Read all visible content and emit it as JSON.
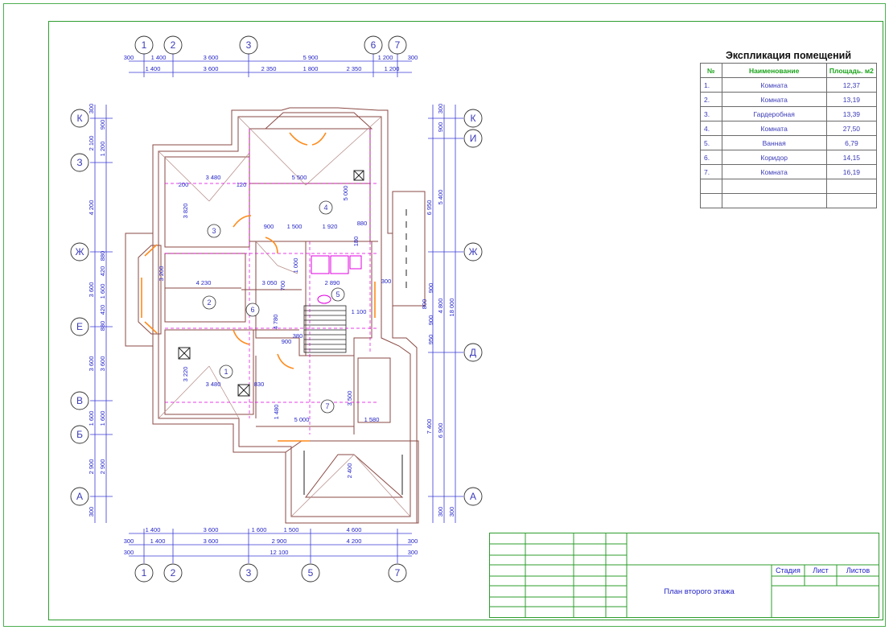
{
  "explication": {
    "title": "Экспликация помещений",
    "headers": [
      "№",
      "Наименование",
      "Площадь. м2"
    ],
    "rows": [
      {
        "n": "1.",
        "name": "Комната",
        "area": "12,37"
      },
      {
        "n": "2.",
        "name": "Комната",
        "area": "13,19"
      },
      {
        "n": "3.",
        "name": "Гардеробная",
        "area": "13,39"
      },
      {
        "n": "4.",
        "name": "Комната",
        "area": "27,50"
      },
      {
        "n": "5.",
        "name": "Ванная",
        "area": "6,79"
      },
      {
        "n": "6.",
        "name": "Коридор",
        "area": "14,15"
      },
      {
        "n": "7.",
        "name": "Комната",
        "area": "16,19"
      }
    ],
    "empty_rows": 2
  },
  "stamp": {
    "sheet_title": "План второго этажа",
    "stage": "Стадия",
    "sheet": "Лист",
    "sheets": "Листов"
  },
  "axes": {
    "top": [
      "1",
      "2",
      "3",
      "6",
      "7"
    ],
    "bottom": [
      "1",
      "2",
      "3",
      "5",
      "7"
    ],
    "left": [
      "К",
      "З",
      "Ж",
      "Е",
      "В",
      "Б",
      "А"
    ],
    "right": [
      "К",
      "И",
      "Ж",
      "Д",
      "А"
    ]
  },
  "rooms": [
    "1",
    "2",
    "3",
    "4",
    "5",
    "6",
    "7"
  ],
  "dims": {
    "top_row1": [
      "300",
      "1 400",
      "3 600",
      "5 900",
      "1 200",
      "300"
    ],
    "top_row2": [
      "1 400",
      "3 600",
      "2 350",
      "1 800",
      "2 350",
      "1 200"
    ],
    "bottom_row1": [
      "1 400",
      "3 600",
      "1 600",
      "1 500",
      "4 600"
    ],
    "bottom_row2": [
      "300",
      "1 400",
      "3 600",
      "2 900",
      "4 200",
      "300"
    ],
    "bottom_total": [
      "300",
      "12 100",
      "300"
    ],
    "left_outer": [
      "300",
      "2 100",
      "4 200",
      "3 600",
      "3 600",
      "1 600",
      "2 900",
      "300"
    ],
    "left_inner": [
      "900",
      "1 200",
      "880",
      "420",
      "1 600",
      "420",
      "880",
      "3 600",
      "1 600",
      "2 900"
    ],
    "right_outer": [
      "300",
      "6 950",
      "18 000",
      "7 400",
      "300"
    ],
    "right_inner": [
      "900",
      "5 400",
      "4 800",
      "6 900",
      "300"
    ],
    "right_mid": [
      "900",
      "800",
      "900",
      "950"
    ],
    "interior": [
      "3 480",
      "5 500",
      "120",
      "200",
      "3 820",
      "900",
      "1 500",
      "1 920",
      "880",
      "5 000",
      "4 230",
      "3 050",
      "2 890",
      "3 200",
      "1 100",
      "4 780",
      "900",
      "3 480",
      "5 000",
      "1 580",
      "3 500",
      "2 400",
      "3 220",
      "1 480",
      "830",
      "380",
      "700",
      "1 000",
      "180",
      "300"
    ]
  },
  "colors": {
    "frame": "#2e9d2e",
    "dimension": "#2323c8",
    "wall": "#8a4a44",
    "accent_orange": "#ff8a1a",
    "magenta": "#e000e0"
  }
}
